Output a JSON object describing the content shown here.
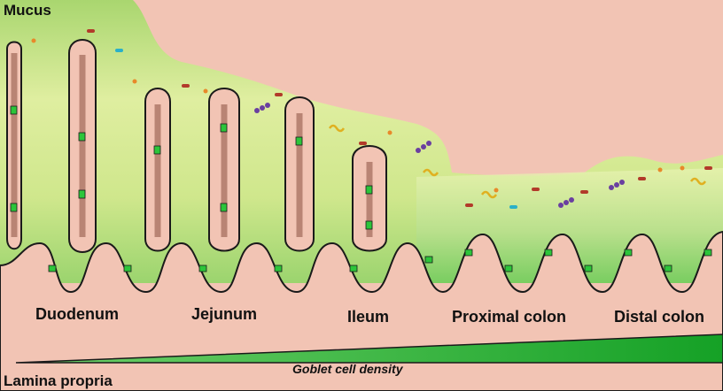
{
  "labels": {
    "mucus": "Mucus",
    "duodenum": "Duodenum",
    "jejunum": "Jejunum",
    "ileum": "Ileum",
    "proximal_colon": "Proximal colon",
    "distal_colon": "Distal colon",
    "goblet_cell_density": "Goblet cell density",
    "lamina_propria": "Lamina propria"
  },
  "colors": {
    "tissue": "#f2c4b4",
    "mucus_light": "#eef4b0",
    "mucus_dark": "#8fd06a",
    "epithelium": "#b98474",
    "goblet_cell": "#2cc53a",
    "gradient_dark": "#1aa82a",
    "outline": "#1a1a1a"
  },
  "icons": [
    "rod-bacterium-icon",
    "coccus-bacterium-icon",
    "spiral-bacterium-icon",
    "flagellated-bacterium-icon",
    "diplococcus-chain-icon"
  ]
}
